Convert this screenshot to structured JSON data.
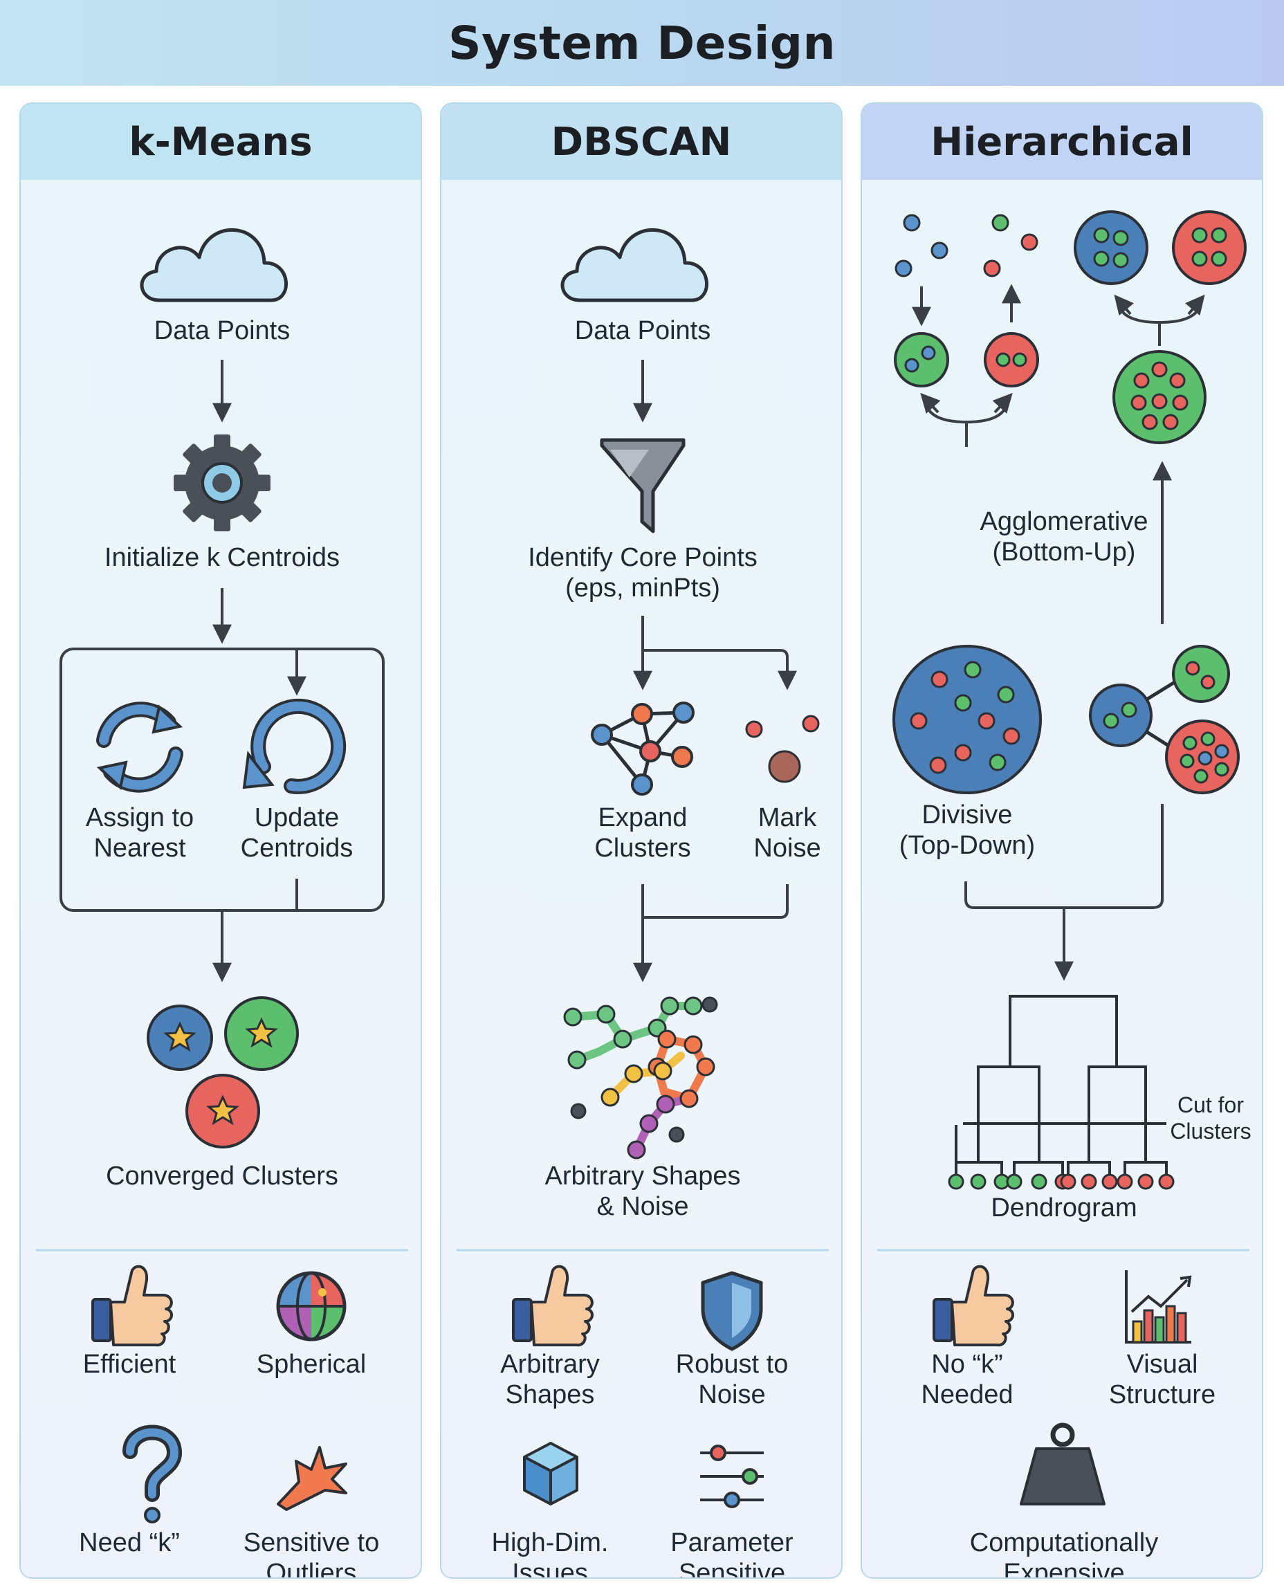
{
  "title": "System Design",
  "columns": {
    "kmeans": {
      "title": "k-Means",
      "data_points": "Data Points",
      "init": "Initialize k Centroids",
      "assign": [
        "Assign to",
        "Nearest"
      ],
      "update": [
        "Update",
        "Centroids"
      ],
      "converged": "Converged Clusters",
      "pros_cons": [
        {
          "icon": "thumbs-up-icon",
          "lines": [
            "Efficient"
          ]
        },
        {
          "icon": "globe-icon",
          "lines": [
            "Spherical"
          ]
        },
        {
          "icon": "question-mark-icon",
          "lines": [
            "Need “k”"
          ]
        },
        {
          "icon": "burst-icon",
          "lines": [
            "Sensitive to",
            "Outliers"
          ]
        }
      ]
    },
    "dbscan": {
      "title": "DBSCAN",
      "data_points": "Data Points",
      "identify": [
        "Identify Core Points",
        "(eps, minPts)"
      ],
      "expand": [
        "Expand",
        "Clusters"
      ],
      "noise": [
        "Mark",
        "Noise"
      ],
      "result": [
        "Arbitrary Shapes",
        "& Noise"
      ],
      "pros_cons": [
        {
          "icon": "thumbs-up-icon",
          "lines": [
            "Arbitrary",
            "Shapes"
          ]
        },
        {
          "icon": "shield-icon",
          "lines": [
            "Robust to",
            "Noise"
          ]
        },
        {
          "icon": "cube-icon",
          "lines": [
            "High-Dim.",
            "Issues"
          ]
        },
        {
          "icon": "sliders-icon",
          "lines": [
            "Parameter",
            "Sensitive"
          ]
        }
      ]
    },
    "hierarchical": {
      "title": "Hierarchical",
      "agglomerative": [
        "Agglomerative",
        "(Bottom-Up)"
      ],
      "divisive": [
        "Divisive",
        "(Top-Down)"
      ],
      "cut": [
        "Cut for",
        "Clusters"
      ],
      "dendrogram": "Dendrogram",
      "pros_cons": [
        {
          "icon": "thumbs-up-icon",
          "lines": [
            "No “k”",
            "Needed"
          ]
        },
        {
          "icon": "bar-chart-icon",
          "lines": [
            "Visual",
            "Structure"
          ]
        },
        {
          "icon": "weight-icon",
          "lines": [
            "Computationally",
            "Expensive"
          ]
        }
      ]
    }
  },
  "colors": {
    "blue": "#4a7fb8",
    "green": "#5cbf6e",
    "red": "#e8645f",
    "orange": "#f07a4d",
    "purple": "#b161b5",
    "yellow": "#f2c043",
    "line": "#3a3f45"
  }
}
